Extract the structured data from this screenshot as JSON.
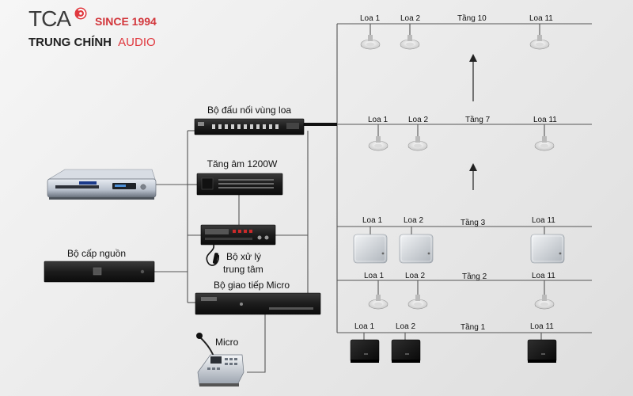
{
  "brand": {
    "logo": "TCA",
    "since": "SINCE 1994",
    "name_main": "TRUNG CHÍNH",
    "name_audio": "AUDIO",
    "accent_color": "#e0383e"
  },
  "devices": {
    "zone_connector": "Bộ đấu nối vùng loa",
    "amplifier": "Tăng âm 1200W",
    "processor_line1": "Bộ xử lý",
    "processor_line2": "trung tâm",
    "power_supply": "Bộ cấp nguồn",
    "mic_interface": "Bộ giao tiếp Micro",
    "micro": "Micro"
  },
  "floors": [
    {
      "name": "Tầng 10",
      "speaker_type": "ceiling",
      "speakers": [
        "Loa 1",
        "Loa 2",
        "Loa 11"
      ]
    },
    {
      "name": "Tầng 7",
      "speaker_type": "ceiling",
      "speakers": [
        "Loa 1",
        "Loa 2",
        "Loa 11"
      ]
    },
    {
      "name": "Tầng 3",
      "speaker_type": "wall",
      "speakers": [
        "Loa 1",
        "Loa 2",
        "Loa 11"
      ]
    },
    {
      "name": "Tầng 2",
      "speaker_type": "ceiling",
      "speakers": [
        "Loa 1",
        "Loa 2",
        "Loa 11"
      ]
    },
    {
      "name": "Tầng 1",
      "speaker_type": "box",
      "speakers": [
        "Loa 1",
        "Loa 2",
        "Loa 11"
      ]
    }
  ]
}
